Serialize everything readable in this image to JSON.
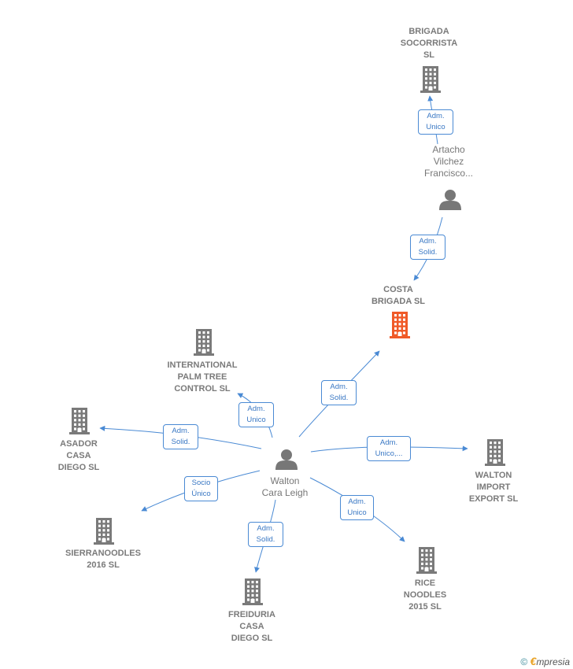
{
  "nodes": {
    "brigada": {
      "label": "BRIGADA\nSOCORRISTA\nSL",
      "kind": "company"
    },
    "artacho": {
      "label": "Artacho\nVilchez\nFrancisco...",
      "kind": "person"
    },
    "costa": {
      "label": "COSTA\nBRIGADA  SL",
      "kind": "focus"
    },
    "international": {
      "label": "INTERNATIONAL\nPALM TREE\nCONTROL  SL",
      "kind": "company"
    },
    "asador": {
      "label": "ASADOR\nCASA\nDIEGO  SL",
      "kind": "company"
    },
    "walton": {
      "label": "Walton\nCara Leigh",
      "kind": "person"
    },
    "walton_import": {
      "label": "WALTON\nIMPORT\nEXPORT  SL",
      "kind": "company"
    },
    "sierra": {
      "label": "SIERRANOODLES\n2016  SL",
      "kind": "company"
    },
    "freiduria": {
      "label": "FREIDURIA\nCASA\nDIEGO  SL",
      "kind": "company"
    },
    "rice": {
      "label": "RICE\nNOODLES\n2015  SL",
      "kind": "company"
    }
  },
  "edges": [
    {
      "id": "e1",
      "label": "Adm.\nUnico",
      "from": "artacho",
      "to": "brigada"
    },
    {
      "id": "e2",
      "label": "Adm.\nSolid.",
      "from": "artacho",
      "to": "costa"
    },
    {
      "id": "e3",
      "label": "Adm.\nSolid.",
      "from": "walton",
      "to": "costa"
    },
    {
      "id": "e4",
      "label": "Adm.\nUnico",
      "from": "walton",
      "to": "international"
    },
    {
      "id": "e5",
      "label": "Adm.\nSolid.",
      "from": "walton",
      "to": "asador"
    },
    {
      "id": "e6",
      "label": "Adm.\nUnico,...",
      "from": "walton",
      "to": "walton_import"
    },
    {
      "id": "e7",
      "label": "Socio\nÚnico",
      "from": "walton",
      "to": "sierra"
    },
    {
      "id": "e8",
      "label": "Adm.\nSolid.",
      "from": "walton",
      "to": "freiduria"
    },
    {
      "id": "e9",
      "label": "Adm.\nUnico",
      "from": "walton",
      "to": "rice"
    }
  ],
  "colors": {
    "company": "#7a7a7a",
    "focus": "#f05a28",
    "person": "#777777",
    "edge": "#4a8ad4"
  },
  "footer": {
    "copyright": "©",
    "brand_initial": "€",
    "brand_rest": "mpresia"
  }
}
